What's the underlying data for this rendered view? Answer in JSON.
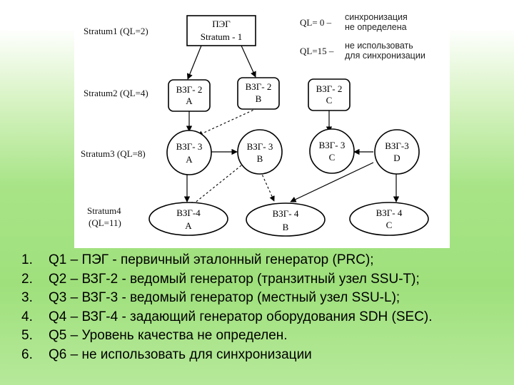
{
  "strata": {
    "s1": "Stratum1 (QL=2)",
    "s2": "Stratum2 (QL=4)",
    "s3": "Stratum3 (QL=8)",
    "s4_line1": "Stratum4",
    "s4_line2": "(QL=11)"
  },
  "nodes": {
    "prc": {
      "line1": "ПЭГ",
      "line2": "Stratum - 1"
    },
    "ssu_t_a": {
      "line1": "ВЗГ- 2",
      "line2": "A"
    },
    "ssu_t_b": {
      "line1": "ВЗГ- 2",
      "line2": "B"
    },
    "ssu_t_c": {
      "line1": "ВЗГ- 2",
      "line2": "C"
    },
    "ssu_l_a": {
      "line1": "ВЗГ- 3",
      "line2": "A"
    },
    "ssu_l_b": {
      "line1": "ВЗГ- 3",
      "line2": "B"
    },
    "ssu_l_c": {
      "line1": "ВЗГ- 3",
      "line2": "C"
    },
    "ssu_l_d": {
      "line1": "ВЗГ-3",
      "line2": "D"
    },
    "sec_a": {
      "line1": "ВЗГ-4",
      "line2": "A"
    },
    "sec_b": {
      "line1": "ВЗГ- 4",
      "line2": "B"
    },
    "sec_c": {
      "line1": "ВЗГ- 4",
      "line2": "C"
    }
  },
  "ql_notes": {
    "ql0_key": "QL= 0 –",
    "ql0_line1": "синхронизация",
    "ql0_line2": "не определена",
    "ql15_key": "QL=15 –",
    "ql15_line1": "не использовать",
    "ql15_line2": "для синхронизации"
  },
  "legend": [
    {
      "num": "1.",
      "text": "Q1 – ПЭГ - первичный эталонный генератор (PRC);"
    },
    {
      "num": "2.",
      "text": "Q2 – ВЗГ-2 - ведомый генератор (транзитный узел SSU-T);"
    },
    {
      "num": "3.",
      "text": "Q3 – ВЗГ-3 - ведомый генератор (местный узел SSU-L);"
    },
    {
      "num": "4.",
      "text": "Q4 – ВЗГ-4 - задающий генератор оборудования SDH (SEC)."
    },
    {
      "num": "5.",
      "text": "Q5 – Уровень качества не определен."
    },
    {
      "num": "6.",
      "text": "Q6 – не использовать для синхронизации"
    }
  ]
}
